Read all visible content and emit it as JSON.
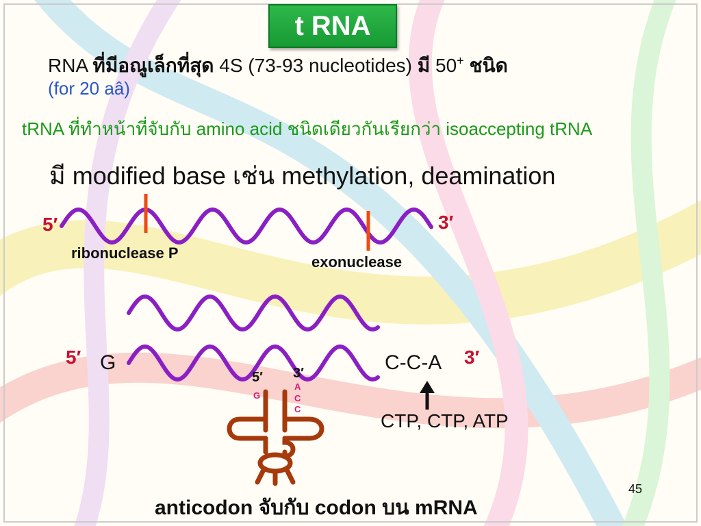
{
  "slide": {
    "title": "t RNA",
    "line1": {
      "p1": "RNA ",
      "p2": "ที่มีอณูเล็กที่สุด",
      "p3": " 4S  (73-93 nucleotides) ",
      "p4": "มี",
      "p5": " 50",
      "sup": "+",
      "p6": " ",
      "p7": "ชนิด"
    },
    "line2": "(for 20 aâ)",
    "line3": "tRNA ที่ทำหน้าที่จับกับ amino acid ชนิดเดียวกันเรียกว่า isoaccepting tRNA",
    "line4": "มี modified base เช่น methylation, deamination",
    "page_number": "45"
  },
  "diagram": {
    "strand1": {
      "five": "5′",
      "three": "3′"
    },
    "enzymes": {
      "rnase_p": "ribonuclease P",
      "exonuclease": "exonuclease"
    },
    "strand3": {
      "five": "5′",
      "three": "3′",
      "g": "G",
      "cca": "C-C-A"
    },
    "trna": {
      "five": "5′",
      "three": "3′",
      "g": "G",
      "a": "A",
      "c1": "C",
      "c2": "C"
    },
    "ntp": "CTP, CTP, ATP",
    "bottom_caption": "anticodon จับกับ codon บน mRNA"
  },
  "colors": {
    "wave": "#8a1fc4",
    "cut_mark": "#f04a14",
    "trna": "#a63a0c",
    "title_bg": "#1fa83c",
    "prime": "#c8102e"
  }
}
